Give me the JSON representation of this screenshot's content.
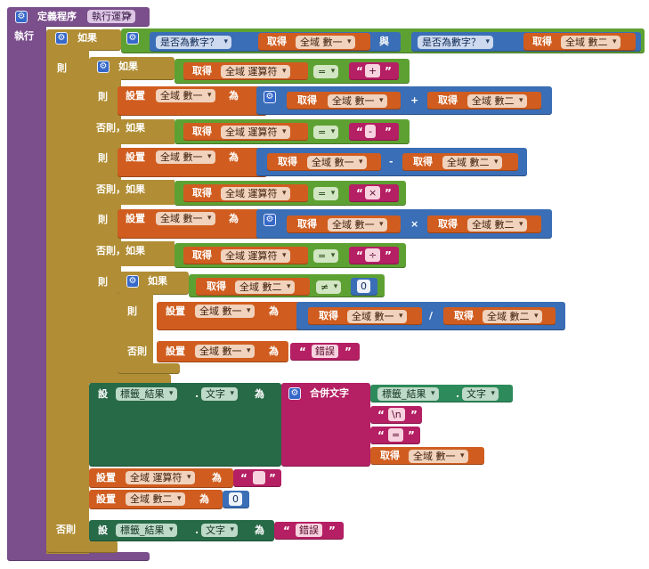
{
  "procedure": {
    "define_label": "定義程序",
    "name": "執行運算",
    "do_label": "執行"
  },
  "kw": {
    "if": "如果",
    "then": "則",
    "else_if": "否則，如果",
    "else": "否則",
    "get": "取得",
    "set": "設置",
    "set_short": "設",
    "to": "為",
    "and": "與",
    "join": "合併文字"
  },
  "vars": {
    "num1": "全域 數一",
    "num2": "全域 數二",
    "op": "全域 運算符"
  },
  "funcs": {
    "is_number": "是否為數字？"
  },
  "label_component": "標籤_結果",
  "text_prop": "文字",
  "ops": {
    "eq": "=",
    "neq": "≠",
    "plus": "+",
    "minus": "-",
    "times": "×",
    "divide": "/"
  },
  "strings": {
    "plus": "+",
    "minus": "-",
    "times": "×",
    "divide": "÷",
    "error": "錯誤",
    "newline": "\\n",
    "equals": "=",
    "empty": ""
  },
  "numbers": {
    "zero": "0"
  }
}
